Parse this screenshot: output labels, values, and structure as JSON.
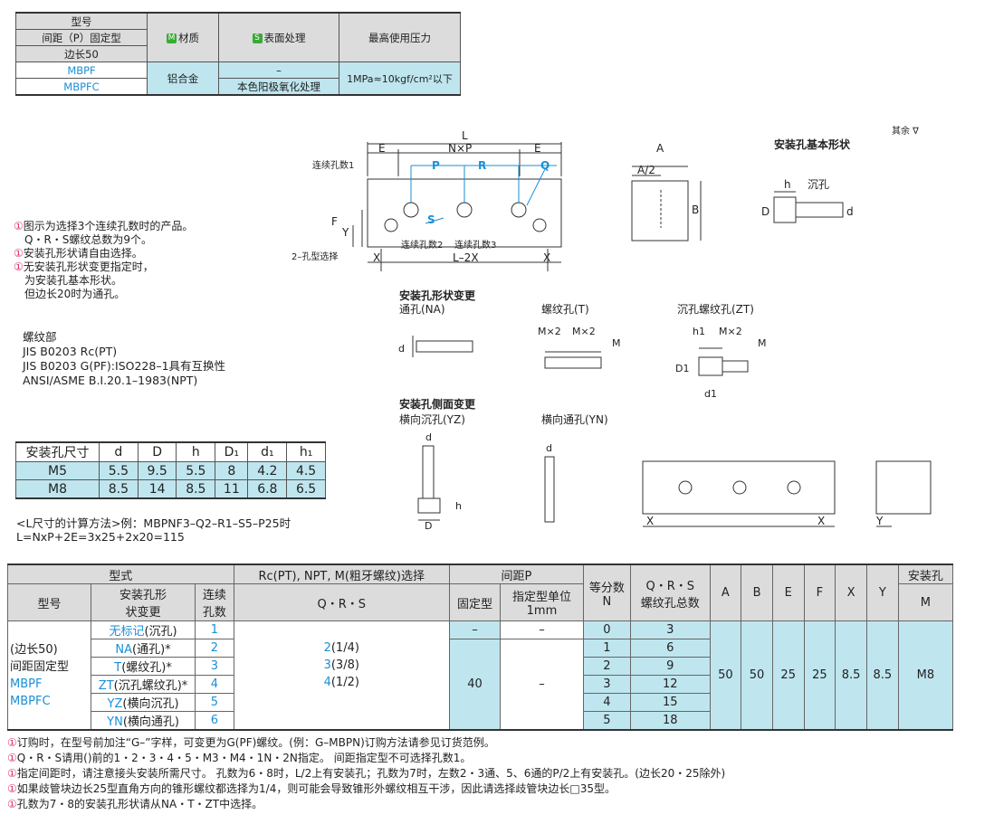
{
  "top_table": {
    "h_model": "型号",
    "h_pitch": "间距（P）固定型",
    "h_side": "边长50",
    "h_material_icon": "M",
    "h_material": "材质",
    "h_surface_icon": "S",
    "h_surface": "表面处理",
    "h_pressure": "最高使用压力",
    "model1": "MBPF",
    "model2": "MBPFC",
    "material": "铝合金",
    "surface1": "–",
    "surface2": "本色阳极氧化处理",
    "pressure": "1MPa≈10kgf/cm²以下"
  },
  "drawing": {
    "L": "L",
    "E": "E",
    "NxP": "N×P",
    "P": "P",
    "R": "R",
    "Q": "Q",
    "S": "S",
    "F": "F",
    "Y": "Y",
    "X": "X",
    "L2X": "L–2X",
    "hole1": "连续孔数1",
    "hole2": "连续孔数2",
    "hole3": "连续孔数3",
    "two_hole": "2–孔型选择",
    "A": "A",
    "A2": "A/2",
    "B": "B",
    "rest": "其余",
    "basic_shape": "安装孔基本形状",
    "h": "h",
    "counterbore": "沉孔",
    "D": "D",
    "d": "d"
  },
  "notes_left": [
    "图示为选择3个连续孔数时的产品。",
    "Q・R・S螺纹总数为9个。",
    "安装孔形状请自由选择。",
    "无安装孔形状变更指定时，",
    "为安装孔基本形状。",
    "但边长20时为通孔。"
  ],
  "thread": {
    "title": "螺纹部",
    "l1": "JIS B0203 Rc(PT)",
    "l2": "JIS B0203 G(PF):ISO228–1具有互换性",
    "l3": "ANSI/ASME B.I.20.1–1983(NPT)"
  },
  "shape_change": {
    "title": "安装孔形状变更",
    "na": "通孔(NA)",
    "t": "螺纹孔(T)",
    "zt": "沉孔螺纹孔(ZT)",
    "side_title": "安装孔侧面变更",
    "yz": "横向沉孔(YZ)",
    "yn": "横向通孔(YN)",
    "mx2": "M×2",
    "M": "M",
    "d1": "d1",
    "h1": "h1",
    "D1": "D1"
  },
  "dim_table": {
    "headers": [
      "安装孔尺寸",
      "d",
      "D",
      "h",
      "D₁",
      "d₁",
      "h₁"
    ],
    "rows": [
      [
        "M5",
        "5.5",
        "9.5",
        "5.5",
        "8",
        "4.2",
        "4.5"
      ],
      [
        "M8",
        "8.5",
        "14",
        "8.5",
        "11",
        "6.8",
        "6.5"
      ]
    ]
  },
  "calc": {
    "l1": "<L尺寸的计算方法>例：MBPNF3–Q2–R1–S5–P25时",
    "l2": "L=NxP+2E=3x25+2x20=115"
  },
  "main_table": {
    "h_type": "型式",
    "h_thread": "Rc(PT), NPT, M(粗牙螺纹)选择",
    "h_pitch": "间距P",
    "h_div": "等分数",
    "h_div_n": "N",
    "h_qrs_total": "Q・R・S",
    "h_qrs_total2": "螺纹孔总数",
    "h_A": "A",
    "h_B": "B",
    "h_E": "E",
    "h_F": "F",
    "h_X": "X",
    "h_Y": "Y",
    "h_mount": "安装孔",
    "h_model": "型号",
    "h_shape": "安装孔形",
    "h_shape2": "状变更",
    "h_cont": "连续",
    "h_cont2": "孔数",
    "h_qrs": "Q・R・S",
    "h_fixed": "固定型",
    "h_unit": "指定型单位",
    "h_unit2": "1mm",
    "h_M": "M",
    "model_l1": "(边长50)",
    "model_l2": "间距固定型",
    "model_l3": "MBPF",
    "model_l4": "MBPFC",
    "shapes": [
      {
        "code": "无标记",
        "desc": "(沉孔)",
        "n": "1"
      },
      {
        "code": "NA",
        "desc": "(通孔)*",
        "n": "2"
      },
      {
        "code": "T",
        "desc": "(螺纹孔)*",
        "n": "3"
      },
      {
        "code": "ZT",
        "desc": "(沉孔螺纹孔)*",
        "n": "4"
      },
      {
        "code": "YZ",
        "desc": "(横向沉孔)",
        "n": "5"
      },
      {
        "code": "YN",
        "desc": "(横向通孔)",
        "n": "6"
      }
    ],
    "qrs": [
      {
        "code": "2",
        "size": "(1/4)"
      },
      {
        "code": "3",
        "size": "(3/8)"
      },
      {
        "code": "4",
        "size": "(1/2)"
      }
    ],
    "dash": "–",
    "fixed_pitch": "40",
    "N_list": [
      "0",
      "1",
      "2",
      "3",
      "4",
      "5"
    ],
    "total_list": [
      "3",
      "6",
      "9",
      "12",
      "15",
      "18"
    ],
    "A": "50",
    "B": "50",
    "E": "25",
    "F": "25",
    "X": "8.5",
    "Y": "8.5",
    "M": "M8"
  },
  "notes_bottom": [
    "订购时，在型号前加注“G–”字样，可变更为G(PF)螺纹。(例：G–MBPN)订购方法请参见订货范例。",
    "Q・R・S请用()前的1・2・3・4・5・M3・M4・1N・2N指定。    间距指定型不可选择孔数1。",
    "指定间距时，请注意接头安装所需尺寸。  孔数为6・8时，L/2上有安装孔；孔数为7时，左数2・3通、5、6通的P/2上有安装孔。(边长20・25除外)",
    "如果歧管块边长25型直角方向的锥形螺纹都选择为1/4，则可能会导致锥形外螺纹相互干涉，因此请选择歧管块边长□35型。",
    "孔数为7・8的安装孔形状请从NA・T・ZT中选择。"
  ]
}
